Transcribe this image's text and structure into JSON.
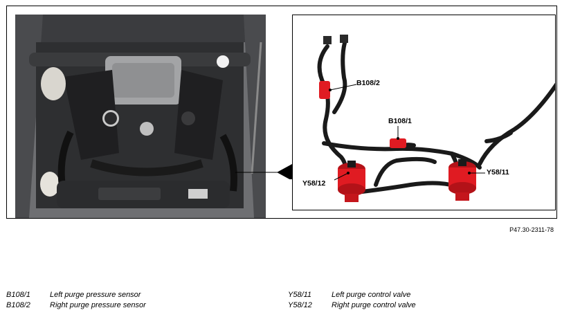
{
  "figure": {
    "reference": "P47.30-2311-78",
    "callouts": {
      "b108_2": "B108/2",
      "b108_1": "B108/1",
      "y58_11": "Y58/11",
      "y58_12": "Y58/12"
    }
  },
  "legend": {
    "left": [
      {
        "code": "B108/1",
        "description": "Left purge pressure sensor"
      },
      {
        "code": "B108/2",
        "description": "Right purge pressure sensor"
      }
    ],
    "right": [
      {
        "code": "Y58/11",
        "description": "Left purge control valve"
      },
      {
        "code": "Y58/12",
        "description": "Right purge control valve"
      }
    ]
  },
  "colors": {
    "component_highlight": "#e01b22",
    "hose": "#1a1a1a"
  }
}
